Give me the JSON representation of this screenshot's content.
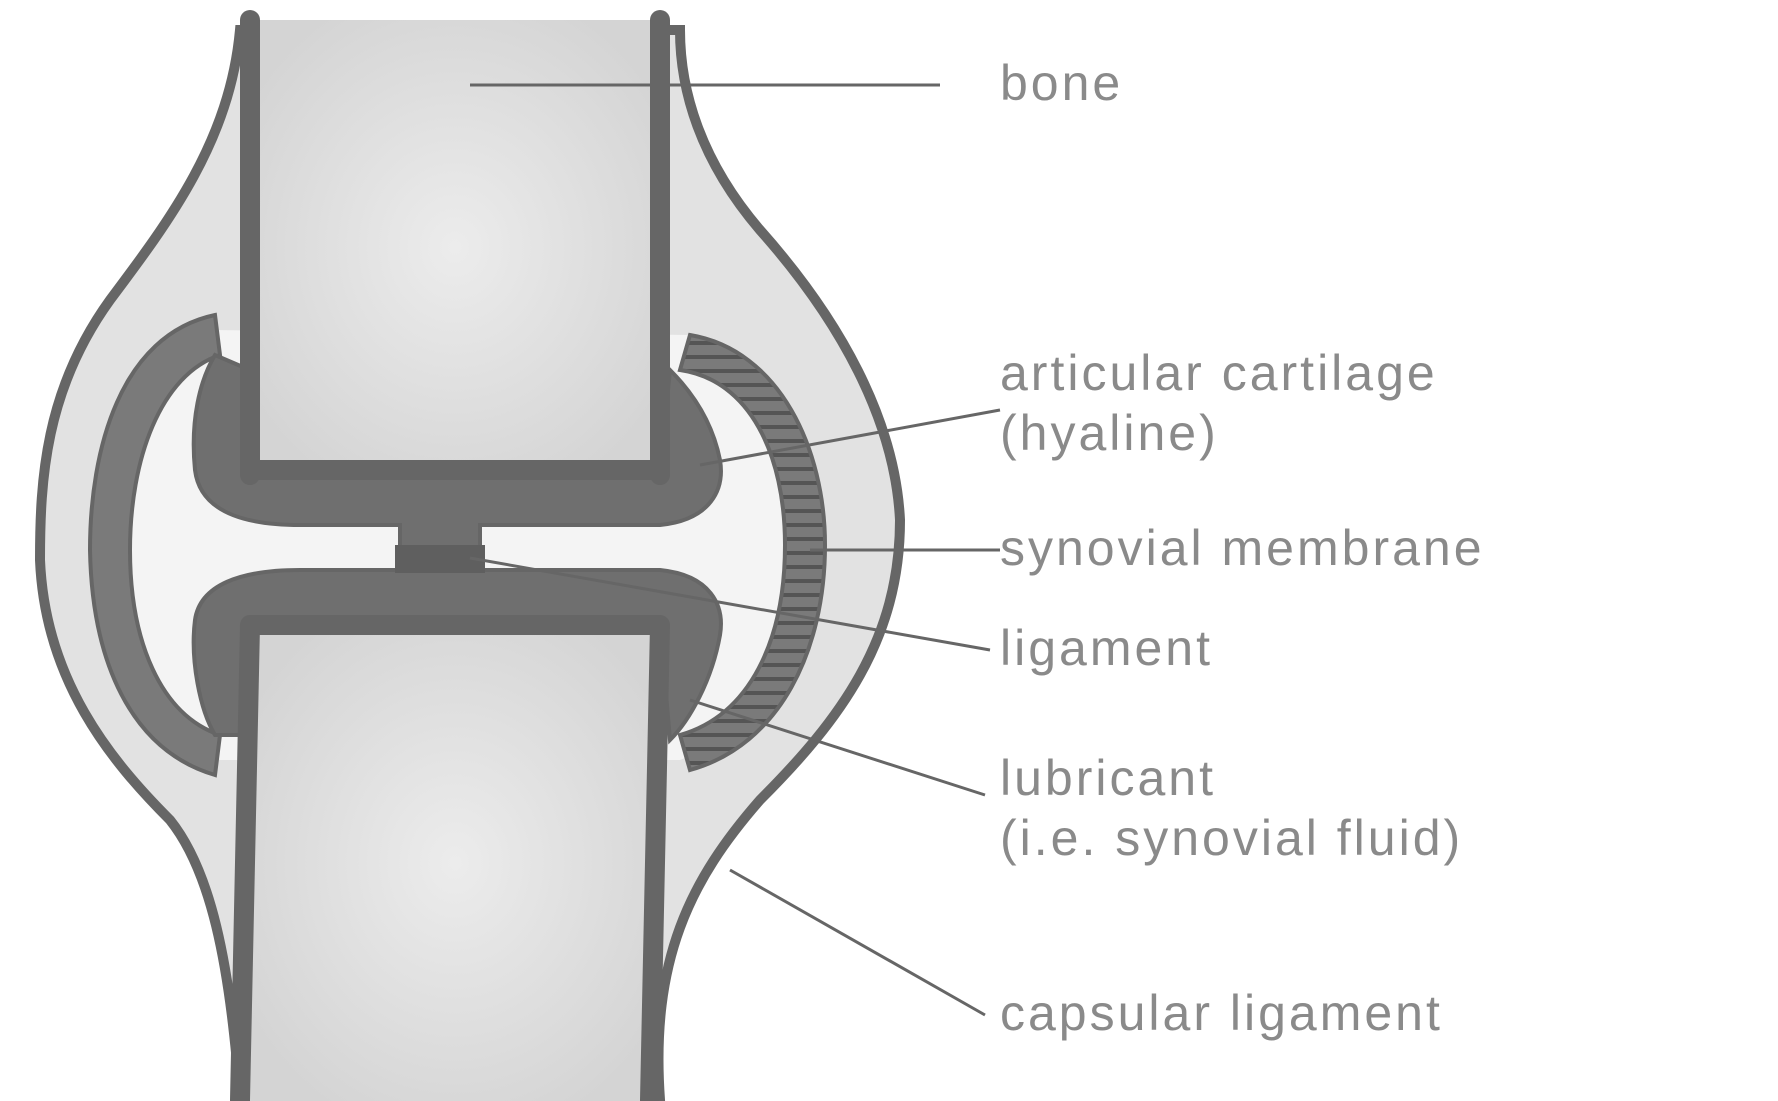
{
  "labels": {
    "bone": "bone",
    "articular_cartilage_line1": "articular cartilage",
    "articular_cartilage_line2": "(hyaline)",
    "synovial_membrane": "synovial membrane",
    "ligament": "ligament",
    "lubricant_line1": "lubricant",
    "lubricant_line2": "(i.e. synovial fluid)",
    "capsular_ligament": "capsular ligament"
  },
  "colors": {
    "background": "#ffffff",
    "outline": "#666666",
    "bone_fill": "#dedede",
    "capsule_fill": "#e2e2e2",
    "label_text": "#8a8a8a"
  }
}
